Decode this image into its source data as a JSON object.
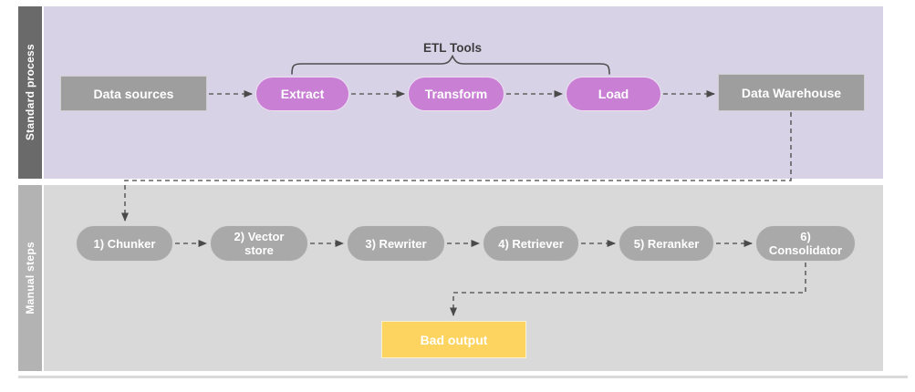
{
  "diagram": {
    "lanes": {
      "standard": {
        "label": "Standard process",
        "bracket_label": "ETL Tools",
        "nodes": {
          "data_sources": "Data sources",
          "extract": "Extract",
          "transform": "Transform",
          "load": "Load",
          "data_warehouse": "Data Warehouse"
        }
      },
      "manual": {
        "label": "Manual steps",
        "nodes": {
          "chunker": "1) Chunker",
          "vector_store": "2) Vector store",
          "rewriter": "3) Rewriter",
          "retriever": "4) Retriever",
          "reranker": "5) Reranker",
          "consolidator": "6) Consolidator"
        },
        "output": "Bad output"
      }
    },
    "edges": [
      {
        "from": "data_sources",
        "to": "extract",
        "style": "dashed-arrow"
      },
      {
        "from": "extract",
        "to": "transform",
        "style": "dashed-arrow"
      },
      {
        "from": "transform",
        "to": "load",
        "style": "dashed-arrow"
      },
      {
        "from": "load",
        "to": "data_warehouse",
        "style": "dashed-arrow"
      },
      {
        "from": "data_warehouse",
        "to": "chunker",
        "style": "dashed-arrow-elbow"
      },
      {
        "from": "chunker",
        "to": "vector_store",
        "style": "dashed-arrow"
      },
      {
        "from": "vector_store",
        "to": "rewriter",
        "style": "dashed-arrow"
      },
      {
        "from": "rewriter",
        "to": "retriever",
        "style": "dashed-arrow"
      },
      {
        "from": "retriever",
        "to": "reranker",
        "style": "dashed-arrow"
      },
      {
        "from": "reranker",
        "to": "consolidator",
        "style": "dashed-arrow"
      },
      {
        "from": "consolidator",
        "to": "bad_output",
        "style": "dashed-arrow-elbow"
      }
    ],
    "bracket_over": [
      "extract",
      "transform",
      "load"
    ]
  },
  "colors": {
    "etl_pill": "#c87fd4",
    "gray_box": "#9e9e9e",
    "manual_pill": "#a9a9a9",
    "bad_output": "#fcd45f",
    "lane_standard_bg": "#d8d2e7",
    "lane_manual_bg": "#d9d9d9",
    "sidebar_standard": "#6a6a6a",
    "sidebar_manual": "#b3b3b3",
    "connector": "#616161",
    "bracket": "#4f4f4f",
    "text_on_shapes": "#ffffff",
    "bracket_label_text": "#3d3d3d"
  }
}
